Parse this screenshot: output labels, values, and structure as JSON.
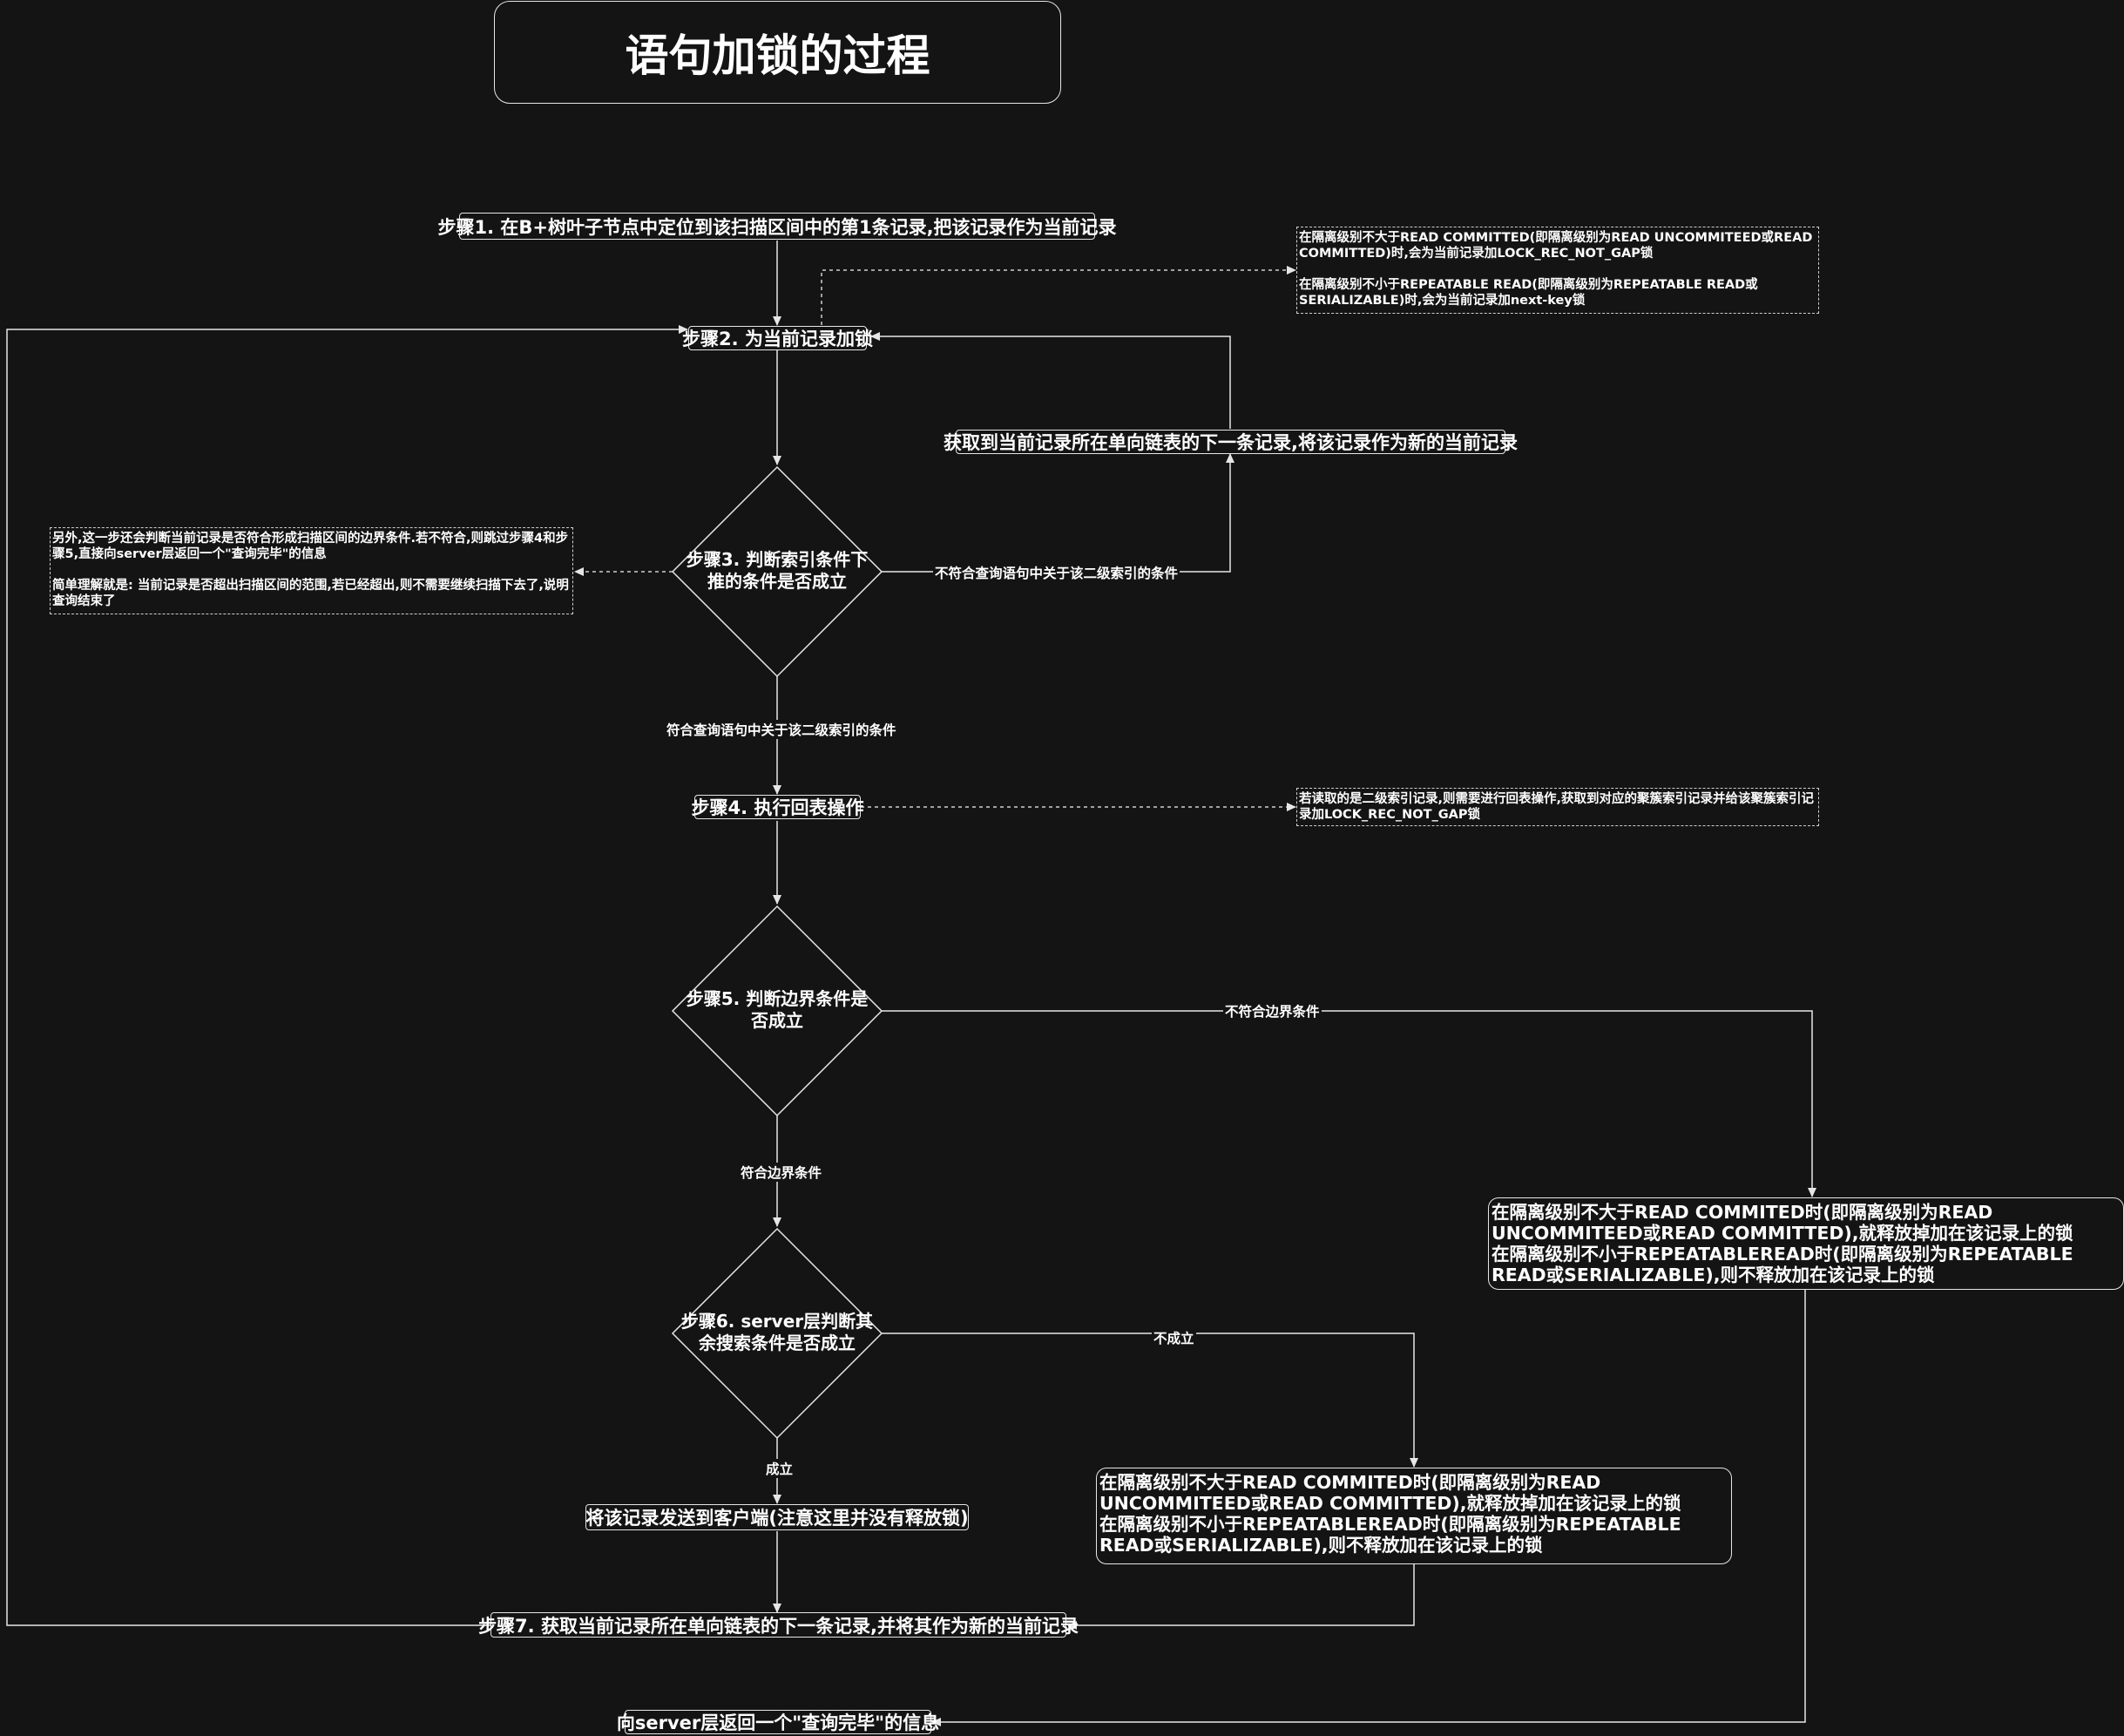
{
  "title": "语句加锁的过程",
  "steps": {
    "step1": "步骤1. 在B+树叶子节点中定位到该扫描区间中的第1条记录,把该记录作为当前记录",
    "step2": "步骤2. 为当前记录加锁",
    "next_record": "获取到当前记录所在单向链表的下一条记录,将该记录作为新的当前记录",
    "step3": "步骤3. 判断索引条件下推的条件是否成立",
    "step4": "步骤4. 执行回表操作",
    "step5": "步骤5. 判断边界条件是否成立",
    "step6": "步骤6. server层判断其余搜索条件是否成立",
    "send_client": "将该记录发送到客户端(注意这里并没有释放锁)",
    "step7": "步骤7. 获取当前记录所在单向链表的下一条记录,并将其作为新的当前记录",
    "return_server": "向server层返回一个\"查询完毕\"的信息"
  },
  "notes": {
    "lock_note": "在隔离级别不大于READ COMMITTED(即隔离级别为READ UNCOMMITEED或READ COMMITTED)时,会为当前记录加LOCK_REC_NOT_GAP锁\n\n在隔离级别不小于REPEATABLE READ(即隔离级别为REPEATABLE READ或SERIALIZABLE)时,会为当前记录加next-key锁",
    "boundary_note": "另外,这一步还会判断当前记录是否符合形成扫描区间的边界条件.若不符合,则跳过步骤4和步骤5,直接向server层返回一个\"查询完毕\"的信息\n\n简单理解就是: 当前记录是否超出扫描区间的范围,若已经超出,则不需要继续扫描下去了,说明查询结束了",
    "back_table_note": "若读取的是二级索引记录,则需要进行回表操作,获取到对应的聚簇索引记录并给该聚簇索引记录加LOCK_REC_NOT_GAP锁"
  },
  "release": {
    "right_box": "在隔离级别不大于READ COMMITED时(即隔离级别为READ UNCOMMITEED或READ COMMITTED),就释放掉加在该记录上的锁\n在隔离级别不小于REPEATABLEREAD时(即隔离级别为REPEATABLE READ或SERIALIZABLE),则不释放加在该记录上的锁",
    "middle_box": "在隔离级别不大于READ COMMITED时(即隔离级别为READ UNCOMMITEED或READ COMMITTED),就释放掉加在该记录上的锁\n在隔离级别不小于REPEATABLEREAD时(即隔离级别为REPEATABLE READ或SERIALIZABLE),则不释放加在该记录上的锁"
  },
  "edges": {
    "icp_fail": "不符合查询语句中关于该二级索引的条件",
    "icp_pass": "符合查询语句中关于该二级索引的条件",
    "boundary_fail": "不符合边界条件",
    "boundary_pass": "符合边界条件",
    "server_fail": "不成立",
    "server_pass": "成立"
  }
}
